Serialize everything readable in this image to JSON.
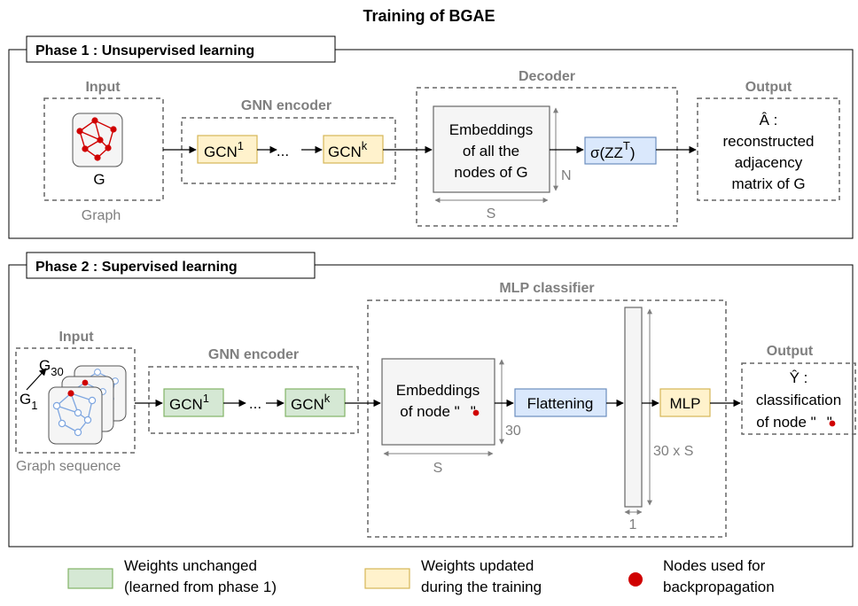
{
  "title": "Training of BGAE",
  "phase1": {
    "label": "Phase 1 : Unsupervised learning",
    "input": {
      "label": "Input",
      "graph_letter": "G",
      "caption": "Graph"
    },
    "encoder": {
      "label": "GNN encoder",
      "gcn_first": "GCN",
      "sup_first": "1",
      "dots": "...",
      "gcn_last": "GCN",
      "sup_last": "k"
    },
    "decoder": {
      "label": "Decoder",
      "embed_lines": [
        "Embeddings",
        "of all the",
        "nodes of G"
      ],
      "dim_n": "N",
      "dim_s": "S",
      "sigma": "σ(ZZ",
      "sigma_sup": "T",
      "sigma_close": ")"
    },
    "output": {
      "label": "Output",
      "lines": [
        "Â :",
        "reconstructed",
        "adjacency",
        "matrix of G"
      ]
    }
  },
  "phase2": {
    "label": "Phase 2 : Supervised learning",
    "input": {
      "label": "Input",
      "g_last": "G",
      "g_last_sub": "30",
      "g_first": "G",
      "g_first_sub": "1",
      "caption": "Graph sequence"
    },
    "encoder": {
      "label": "GNN encoder",
      "gcn_first": "GCN",
      "sup_first": "1",
      "dots": "...",
      "gcn_last": "GCN",
      "sup_last": "k"
    },
    "classifier": {
      "label": "MLP classifier",
      "embed_lines": [
        "Embeddings",
        "of node \"",
        "\""
      ],
      "dim_30": "30",
      "dim_s": "S",
      "flatten": "Flattening",
      "vec_dim": "30 x S",
      "vec_width": "1",
      "mlp": "MLP"
    },
    "output": {
      "label": "Output",
      "lines": [
        "Ŷ :",
        "classification",
        "of node \"",
        "\""
      ]
    }
  },
  "legend": {
    "green": [
      "Weights unchanged",
      "(learned from phase 1)"
    ],
    "yellow": [
      "Weights updated",
      "during the training"
    ],
    "red": [
      "Nodes used for",
      "backpropagation"
    ]
  },
  "colors": {
    "yellow_fill": "#fff2cc",
    "green_fill": "#d5e8d4",
    "blue_fill": "#dae8fc",
    "node_red": "#d00000",
    "node_blue": "#7ea6e0"
  }
}
